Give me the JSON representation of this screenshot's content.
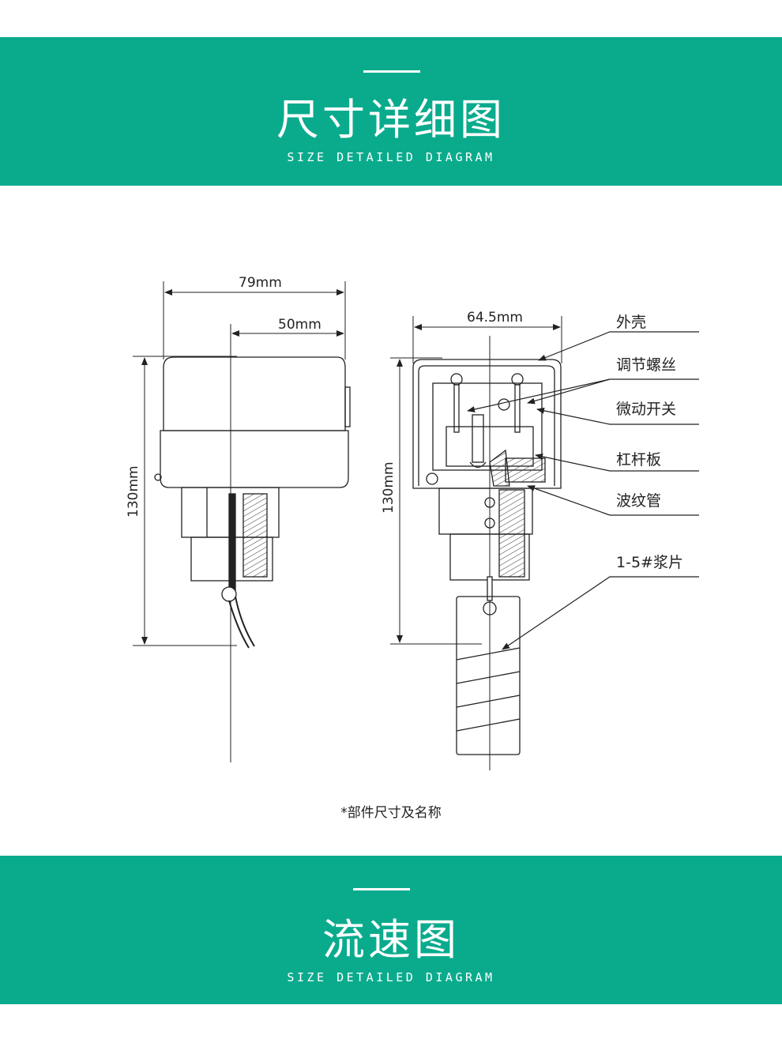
{
  "header": {
    "title": "尺寸详细图",
    "subtitle": "SIZE DETAILED DIAGRAM"
  },
  "diagram": {
    "dimensions": {
      "width_total": "79mm",
      "width_body": "50mm",
      "height_left": "130mm",
      "width_right": "64.5mm",
      "height_right": "130mm"
    },
    "parts": [
      {
        "label": "外壳"
      },
      {
        "label": "调节螺丝"
      },
      {
        "label": "微动开关"
      },
      {
        "label": "杠杆板"
      },
      {
        "label": "波纹管"
      },
      {
        "label": "1-5#浆片"
      }
    ],
    "caption": "*部件尺寸及名称"
  },
  "footer": {
    "title": "流速图",
    "subtitle": "SIZE DETAILED DIAGRAM"
  },
  "colors": {
    "band": "#0aab8d",
    "line": "#222222"
  }
}
